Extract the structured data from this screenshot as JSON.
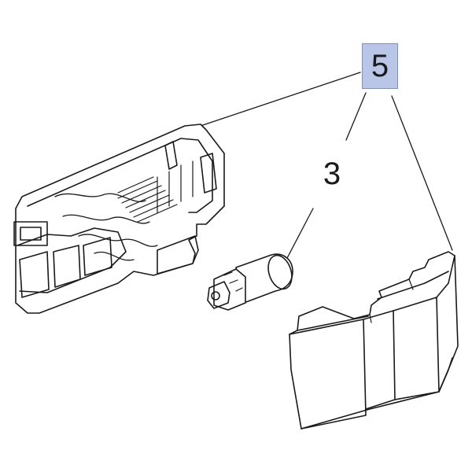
{
  "diagram": {
    "callouts": [
      {
        "id": "part-5",
        "label": "5",
        "highlight_color": "#b9c6e8"
      },
      {
        "id": "part-3",
        "label": "3"
      }
    ],
    "line_color": "#1a1a1a",
    "background": "#ffffff"
  }
}
